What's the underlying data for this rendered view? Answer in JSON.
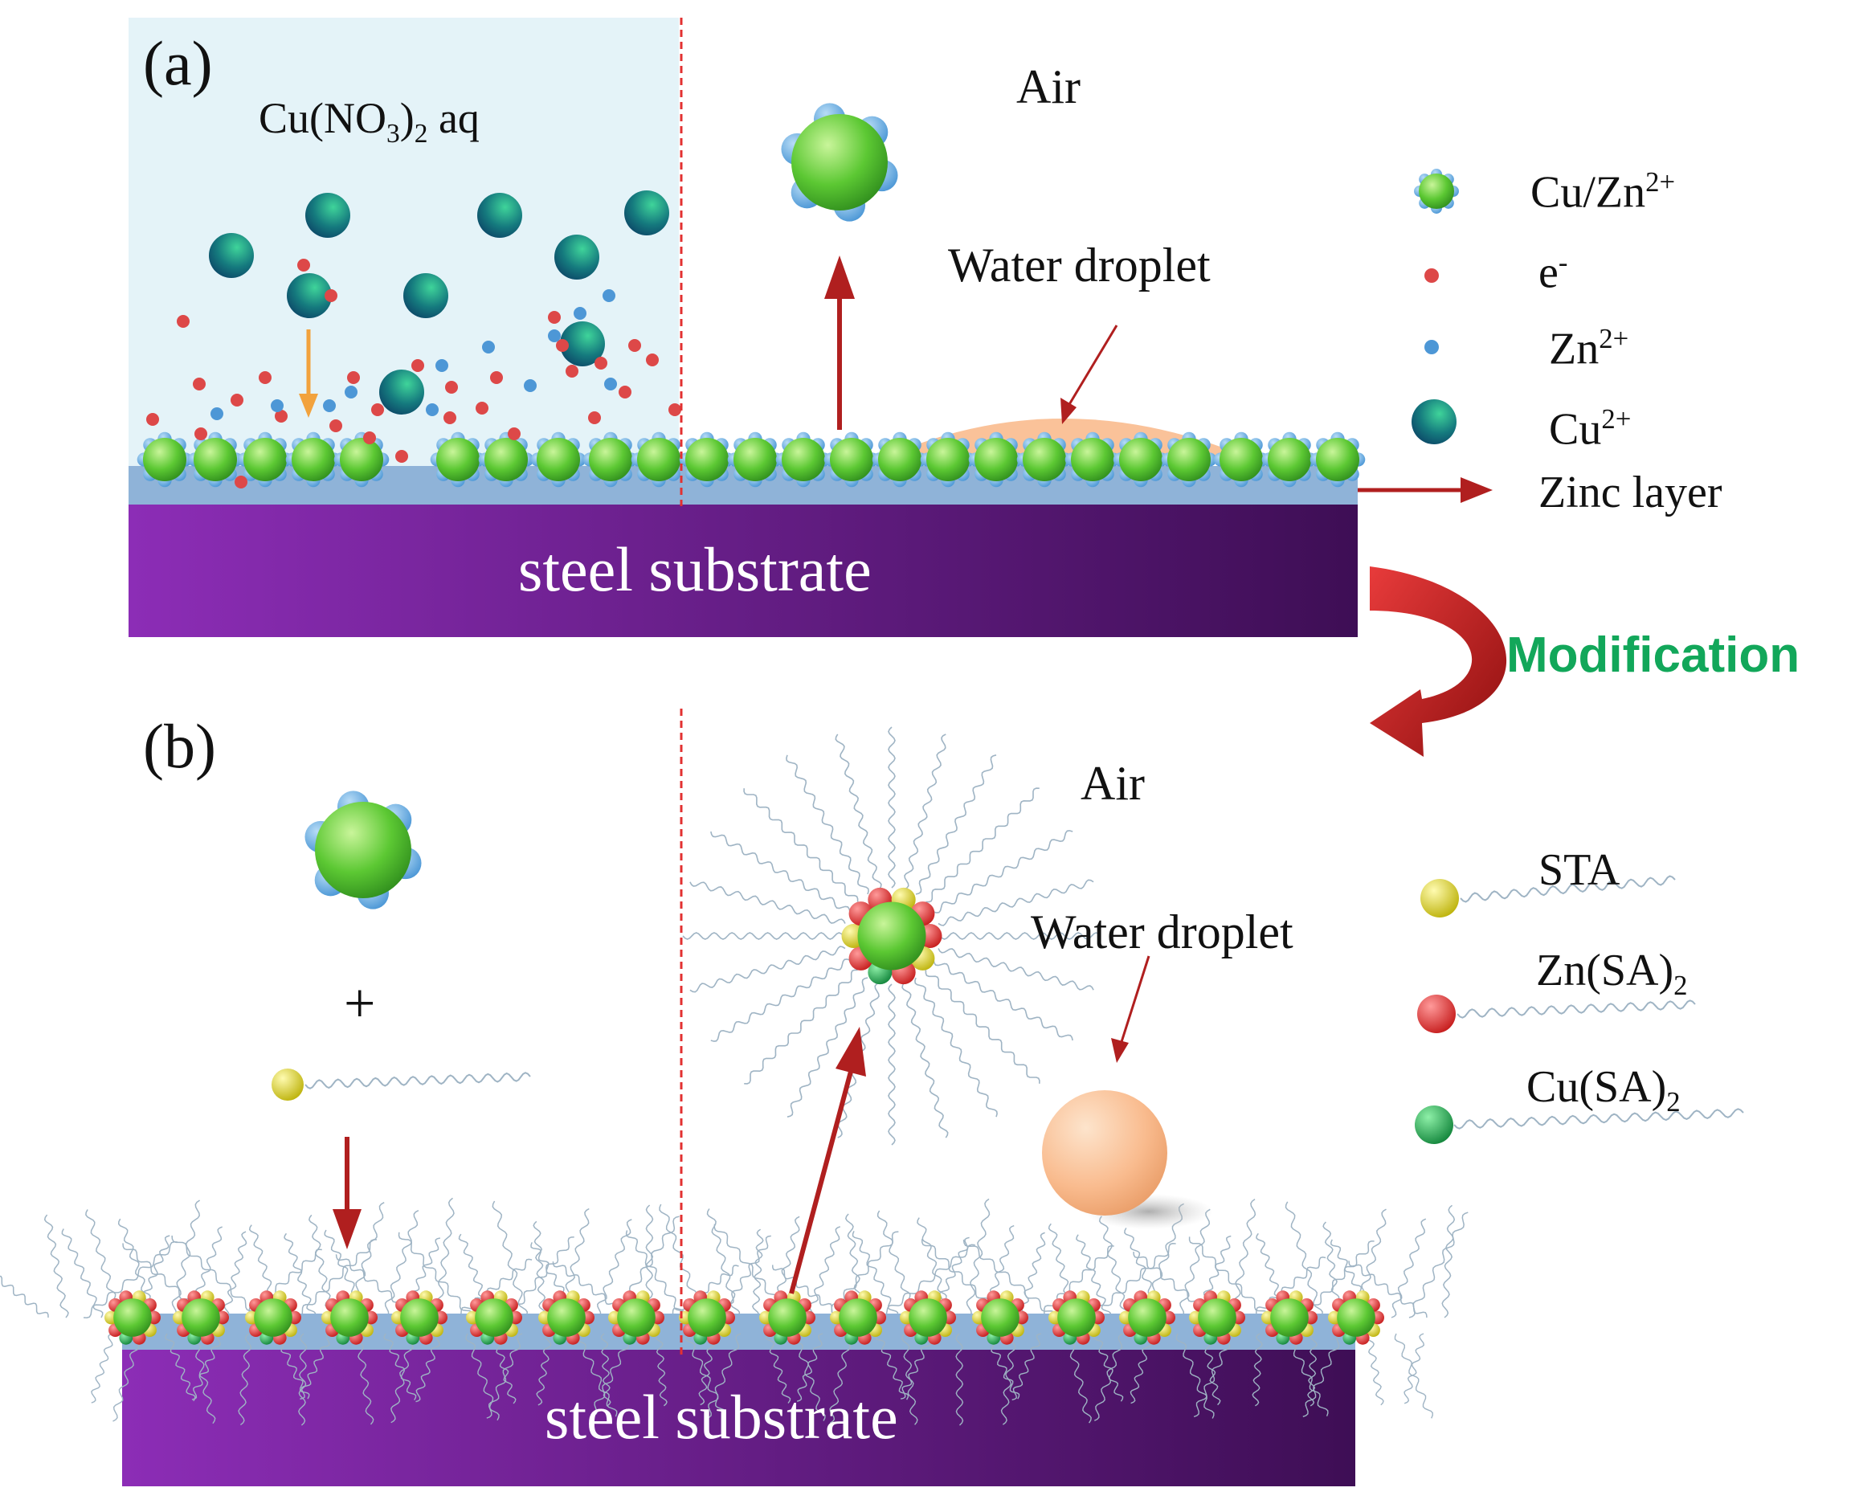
{
  "panel_a": {
    "label": "(a)",
    "solution_label": {
      "base": "Cu(NO",
      "sub1": "3",
      "mid": ")",
      "sub2": "2",
      "tail": " aq"
    },
    "air_label": "Air",
    "droplet_label": "Water droplet",
    "substrate_label": "steel substrate"
  },
  "panel_b": {
    "label": "(b)",
    "air_label": "Air",
    "droplet_label": "Water droplet",
    "substrate_label": "steel substrate",
    "plus": "+"
  },
  "legend_a": {
    "cuzn": {
      "text": "Cu/Zn",
      "sup": "2+"
    },
    "electron": {
      "text": "e",
      "sup": "-"
    },
    "zn": {
      "text": "Zn",
      "sup": "2+"
    },
    "cu": {
      "text": "Cu",
      "sup": "2+"
    },
    "zinc_layer": "Zinc layer"
  },
  "legend_b": {
    "sta": "STA",
    "znsa": {
      "text": "Zn(SA)",
      "sub": "2"
    },
    "cusa": {
      "text": "Cu(SA)",
      "sub": "2"
    }
  },
  "modification": "Modification",
  "colors": {
    "steel_start": "#8c2db6",
    "steel_end": "#3e0e55",
    "zinc_layer": "#8fb3d8",
    "solution_bg": "#e4f3f8",
    "particle_green": "#5cc833",
    "petal_blue": "#5aa3dd",
    "electron_red": "#dd4848",
    "zn_ion_blue": "#4d97d6",
    "cu_ion_teal": "#157a7e",
    "droplet_peach": "#f9bb8e",
    "arrow_red": "#b01f1f",
    "modification_green": "#12a75a",
    "sta_yellow": "#e8dd12",
    "znsa_red": "#e22626",
    "cusa_green": "#14a84c",
    "chain_gray": "#9fb4c4"
  }
}
